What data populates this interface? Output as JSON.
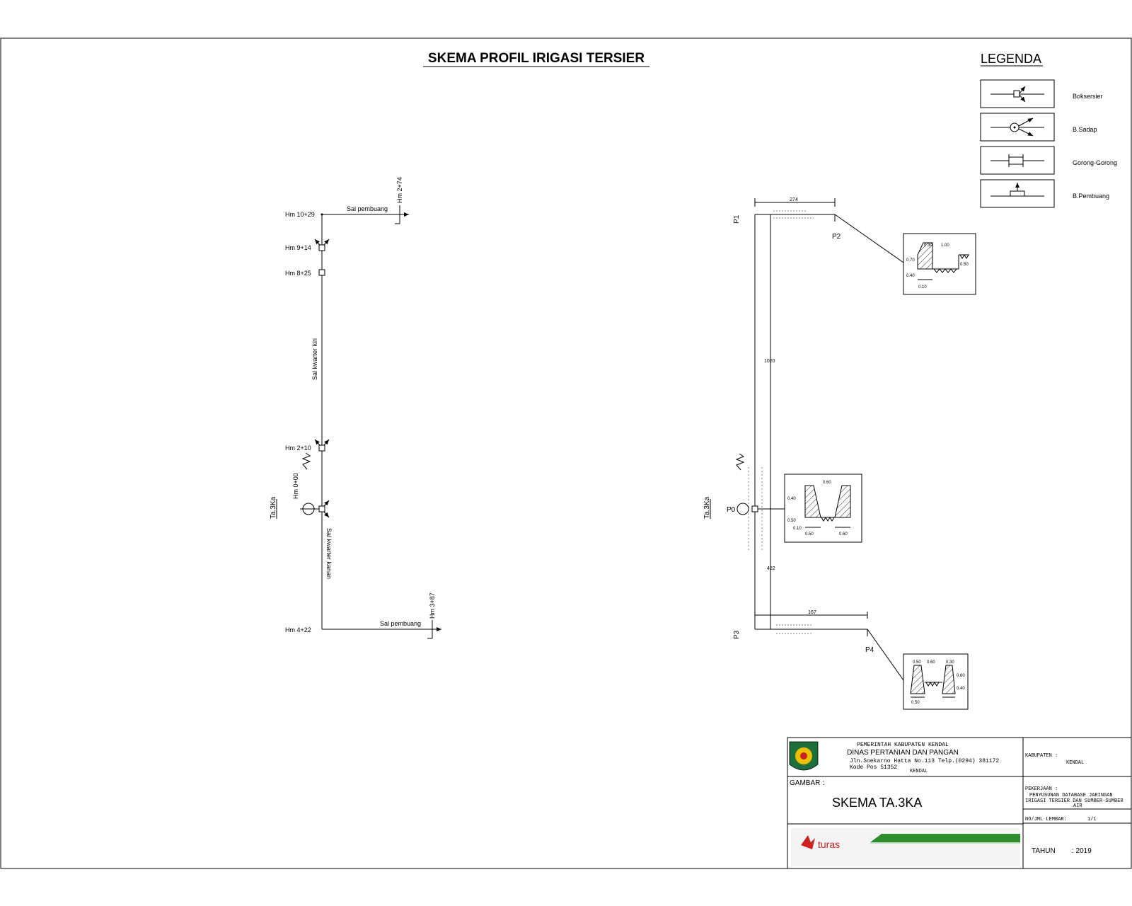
{
  "title": "SKEMA PROFIL IRIGASI TERSIER",
  "legend": {
    "title": "LEGENDA",
    "items": [
      {
        "label": "Boksersier",
        "icon": "boks-tersier-icon"
      },
      {
        "label": "B.Sadap",
        "icon": "bangunan-sadap-icon"
      },
      {
        "label": "Gorong-Gorong",
        "icon": "gorong-gorong-icon"
      },
      {
        "label": "B.Pembuang",
        "icon": "bangunan-pembuang-icon"
      }
    ]
  },
  "left_schema": {
    "side_label": "Ta.3Ka",
    "stations": {
      "hm1029": "Hm 10+29",
      "hm914": "Hm 9+14",
      "hm825": "Hm 8+25",
      "hm210": "Hm 2+10",
      "hm000": "Hm 0+00",
      "hm422": "Hm 4+22",
      "hm274": "Hm 2+74",
      "hm387": "Hm 3+87"
    },
    "channels": {
      "sal_pembuang_top": "Sal pembuang",
      "sal_kwarter_kiri": "Sal kwarter kiri",
      "sal_kwarter_kanan": "Sal kwarter kanan",
      "sal_pembuang_bottom": "Sal pembuang"
    }
  },
  "right_schema": {
    "side_label": "Ta.3Ka",
    "points": {
      "p0": "P0",
      "p1": "P1",
      "p2": "P2",
      "p3": "P3",
      "p4": "P4"
    },
    "dims": {
      "top": "274",
      "vertical": "1020",
      "lower": "422",
      "bottom": "167"
    },
    "section_dims": {
      "s1": [
        "0.30",
        "1.00",
        "0.70",
        "0.40",
        "0.50",
        "0.10"
      ],
      "s2": [
        "0.60",
        "0.40",
        "0.50",
        "0.50",
        "0.60",
        "0.10"
      ],
      "s3": [
        "0.50",
        "0.60",
        "0.30",
        "0.60",
        "0.40",
        "0.50"
      ]
    }
  },
  "title_block": {
    "org_line1": "PEMERINTAH KABUPATEN KENDAL",
    "org_line2": "DINAS PERTANIAN DAN PANGAN",
    "address": "Jln.Soekarno Hatta No.113 Telp.(0294) 381172",
    "postcode": "Kode Pos 51352",
    "city": "KENDAL",
    "kabupaten_label": "KABUPATEN :",
    "kabupaten_value": "KENDAL",
    "gambar_label": "GAMBAR :",
    "gambar_value": "SKEMA TA.3KA",
    "pekerjaan_label": "PEKERJAAN :",
    "pekerjaan_line1": "PENYUSUNAN DATABASE JARINGAN",
    "pekerjaan_line2": "IRIGASI TERSIER DAN SUMBER-SUMBER",
    "pekerjaan_line3": "AIR",
    "lembar_label": "NO/JML LEMBAR:",
    "lembar_value": "1/1",
    "tahun_label": "TAHUN",
    "tahun_value": ": 2019",
    "consultant_logo_text": "turas"
  },
  "colors": {
    "line": "#000000",
    "brand_green": "#2e8b2e",
    "logo_red": "#cc2222",
    "logo_yellow": "#e8c100"
  }
}
